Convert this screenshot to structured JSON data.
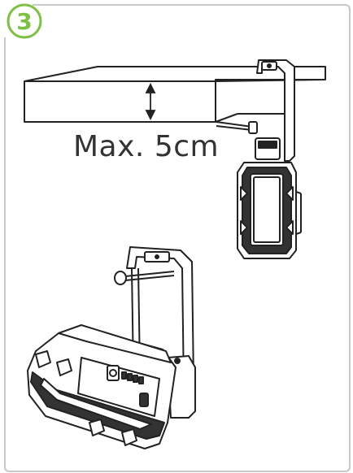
{
  "step": {
    "number": "3"
  },
  "annotation": {
    "max_clamp_label": "Max. 5cm"
  },
  "colors": {
    "accent": "#7cc142",
    "panel_border": "#c8c8c8",
    "line": "#222222"
  },
  "icons": [
    "step-badge-icon",
    "shelf-outline",
    "work-light-hanging-icon",
    "work-light-standing-icon",
    "clamp-screw-icon"
  ]
}
